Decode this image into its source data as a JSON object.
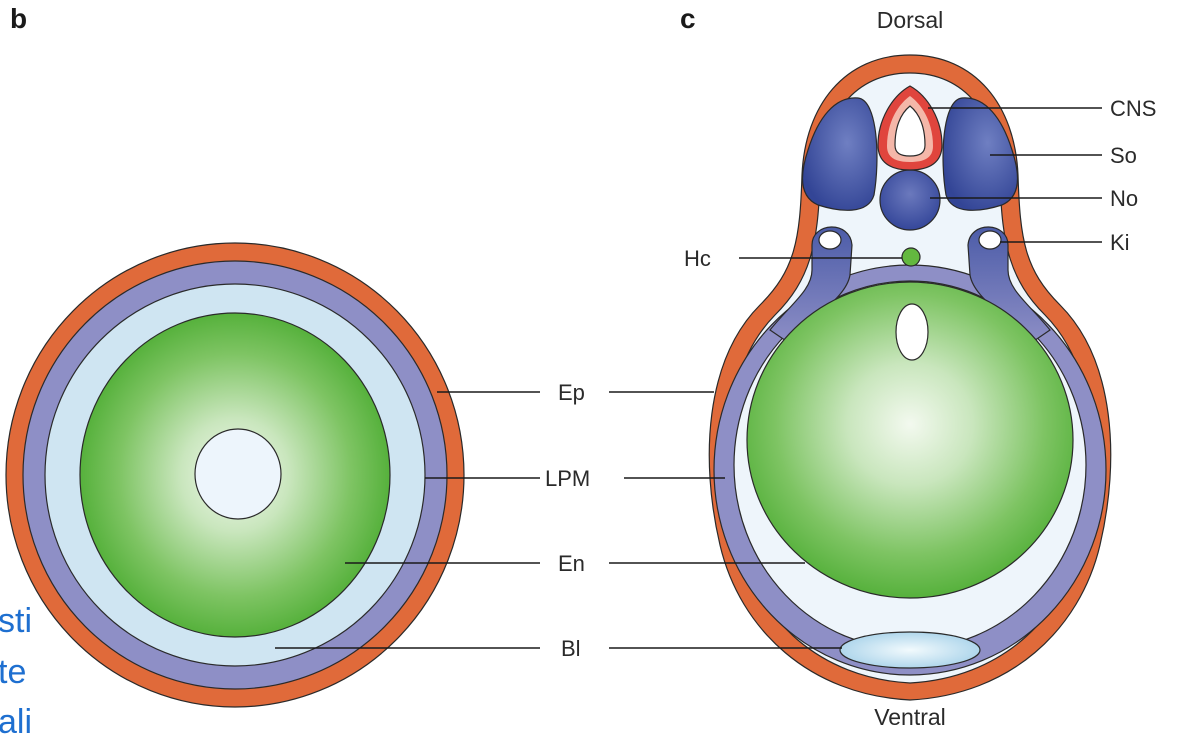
{
  "panels": {
    "b": {
      "letter": "b"
    },
    "c": {
      "letter": "c",
      "top_label": "Dorsal",
      "bottom_label": "Ventral"
    }
  },
  "shared_labels": [
    "Ep",
    "LPM",
    "En",
    "Bl"
  ],
  "right_labels": [
    "CNS",
    "So",
    "No",
    "Ki"
  ],
  "left_label": "Hc",
  "slide_text_fragments": [
    "sti",
    "te",
    "ali"
  ],
  "colors": {
    "epidermis": "#e06a3a",
    "lateral_plate_mesoderm": "#8e8fc6",
    "blastocoel": "#cfe5f2",
    "endoderm_center": "#f2f8ee",
    "endoderm_edge": "#58b33f",
    "somite": "#3b4f9b",
    "cns": "#e0453d",
    "slide_text": "#1e6fd0"
  }
}
